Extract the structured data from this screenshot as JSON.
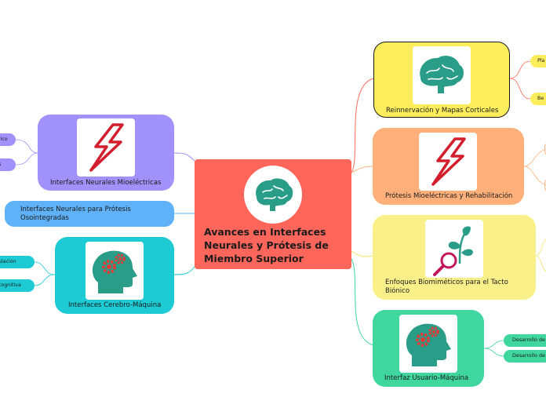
{
  "center": {
    "title_lines": [
      "Avances en Interfaces",
      "Neurales y Prótesis de",
      "Miembro Superior"
    ],
    "icon": "brain-icon"
  },
  "right": [
    {
      "label": "Reinnervación y Mapas Corticales",
      "icon": "brain-icon",
      "color": "#fbed5c",
      "children": [
        "Pla",
        "Be"
      ]
    },
    {
      "label": "Prótesis Mioeléctricas y Rehabilitación",
      "icon": "lightning-icon",
      "color": "#ffb07a"
    },
    {
      "label_lines": [
        "Enfoques Biomiméticos para el Tacto",
        "Biónico"
      ],
      "icon": "plant-magnifier-icon",
      "color": "#faf08a"
    },
    {
      "label": "Interfaz Usuario-Máquina",
      "icon": "gears-head-icon",
      "color": "#3fd6a0",
      "children": [
        "Desarrollo de",
        "Desarrollo de"
      ]
    }
  ],
  "left": [
    {
      "label": "Interfaces Neurales Mioeléctricas",
      "icon": "lightning-icon",
      "color": "#a191fb",
      "children": [
        "rico",
        "s"
      ]
    },
    {
      "label_lines": [
        "Interfaces Neurales para Prótesis",
        "Osointegradas"
      ],
      "color": "#5fb2f7"
    },
    {
      "label": "Interfaces Cerebro-Máquina",
      "icon": "gears-head-icon",
      "color": "#1ecad3",
      "children": [
        "ulación",
        "cognitiva"
      ]
    }
  ]
}
